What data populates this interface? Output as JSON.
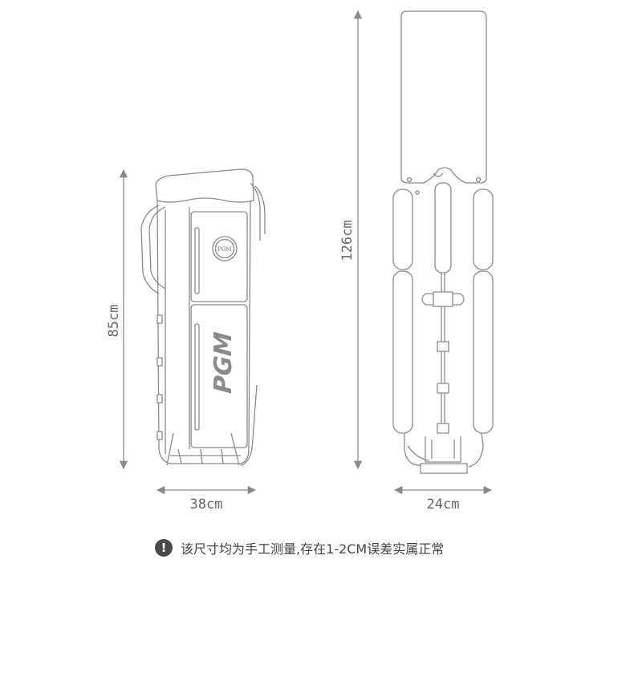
{
  "dimensions": {
    "folded_height": "85cm",
    "folded_width": "38cm",
    "open_height": "126cm",
    "open_width": "24cm"
  },
  "logo": {
    "badge_text": "PGM",
    "side_text": "PGM"
  },
  "note": {
    "icon": "exclamation-icon",
    "text": "该尺寸均为手工测量,存在1-2CM误差实属正常"
  },
  "colors": {
    "outline": "#8a8a8a",
    "text": "#666666",
    "icon_bg": "#4a4a4a"
  }
}
